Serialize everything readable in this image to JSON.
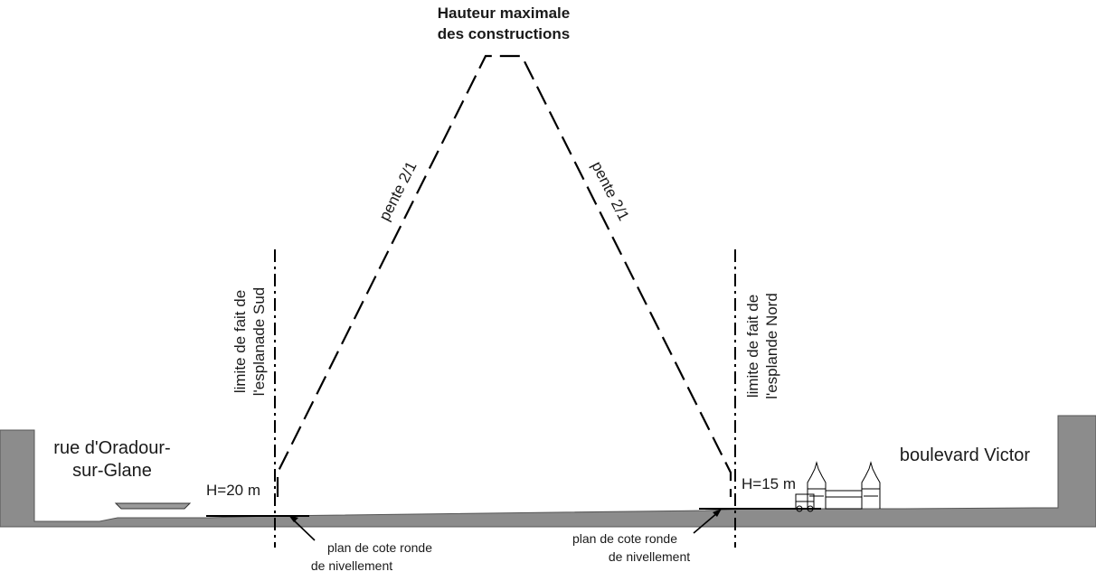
{
  "title": {
    "line1": "Hauteur maximale",
    "line2": "des constructions"
  },
  "slopes": {
    "left": "pente 2/1",
    "right": "pente 2/1"
  },
  "limits": {
    "south": {
      "line1": "limite de fait de",
      "line2": "l'esplanade Sud"
    },
    "north": {
      "line1": "limite de fait de",
      "line2": "l'esplande Nord"
    }
  },
  "streets": {
    "left": {
      "line1": "rue d'Oradour-",
      "line2": "sur-Glane"
    },
    "right": "boulevard Victor"
  },
  "heights": {
    "left": "H=20 m",
    "right": "H=15 m"
  },
  "levels": {
    "left": {
      "line1": "plan de cote ronde",
      "line2": "de nivellement"
    },
    "right": {
      "line1": "plan de cote ronde",
      "line2": "de nivellement"
    }
  },
  "colors": {
    "ground": "#8c8c8c",
    "line": "#000000",
    "text": "#1a1a1a"
  }
}
